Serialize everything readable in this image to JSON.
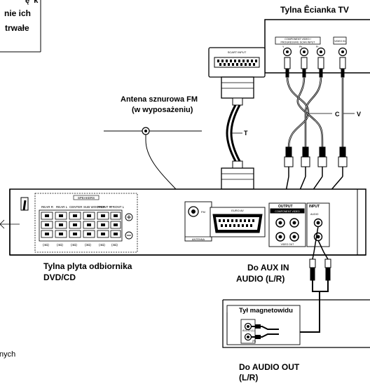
{
  "corner_text": {
    "line1": "ę  k",
    "line2": "nie ich",
    "line3": "trwałe"
  },
  "tv": {
    "title": "Tylna Êcianka TV",
    "component_header": "COMPONENT VIDEO /\nPROGRESSIVE SCAN INPUT",
    "jack_labels": [
      "Y",
      "Pb",
      "Pr"
    ],
    "video_in": "VIDEO IN"
  },
  "scart": {
    "input_label": "SCART INPUT",
    "cable_letter": "T",
    "euro_av": "EURO AV"
  },
  "antenna": {
    "line1": "Antena sznurowa FM",
    "line2": "(w wyposażeniu)",
    "fm_label": "FM",
    "antenna_label": "ANTENNA"
  },
  "cables": {
    "c": "C",
    "v": "V"
  },
  "receiver": {
    "caption_line1": "Tylna plyta odbiornika",
    "caption_line2": "DVD/CD",
    "speakers_label": "SPEAKERS",
    "speaker_channels": [
      "REAR R",
      "REAR L",
      "CENTER",
      "SUB WOOFER",
      "FRONT R",
      "FRONT L"
    ],
    "impedances": [
      "(4Ω)",
      "(4Ω)",
      "(4Ω)",
      "(3Ω)",
      "(4Ω)",
      "(4Ω)"
    ],
    "output_label": "OUTPUT",
    "component_video": "COMPONENT VIDEO",
    "input_label": "INPUT",
    "audio_label": "AUDIO",
    "video_out": "VIDEO OUT"
  },
  "aux": {
    "line1": "Do AUX IN",
    "line2": "AUDIO (L/R)"
  },
  "vcr": {
    "title": "Tył magnetowidu",
    "audio_l": "AUDIO (L)",
    "audio_r": "(R)"
  },
  "audio_out": {
    "line1": "Do AUDIO OUT",
    "line2": "(L/R)"
  },
  "bottom_left": "nych"
}
